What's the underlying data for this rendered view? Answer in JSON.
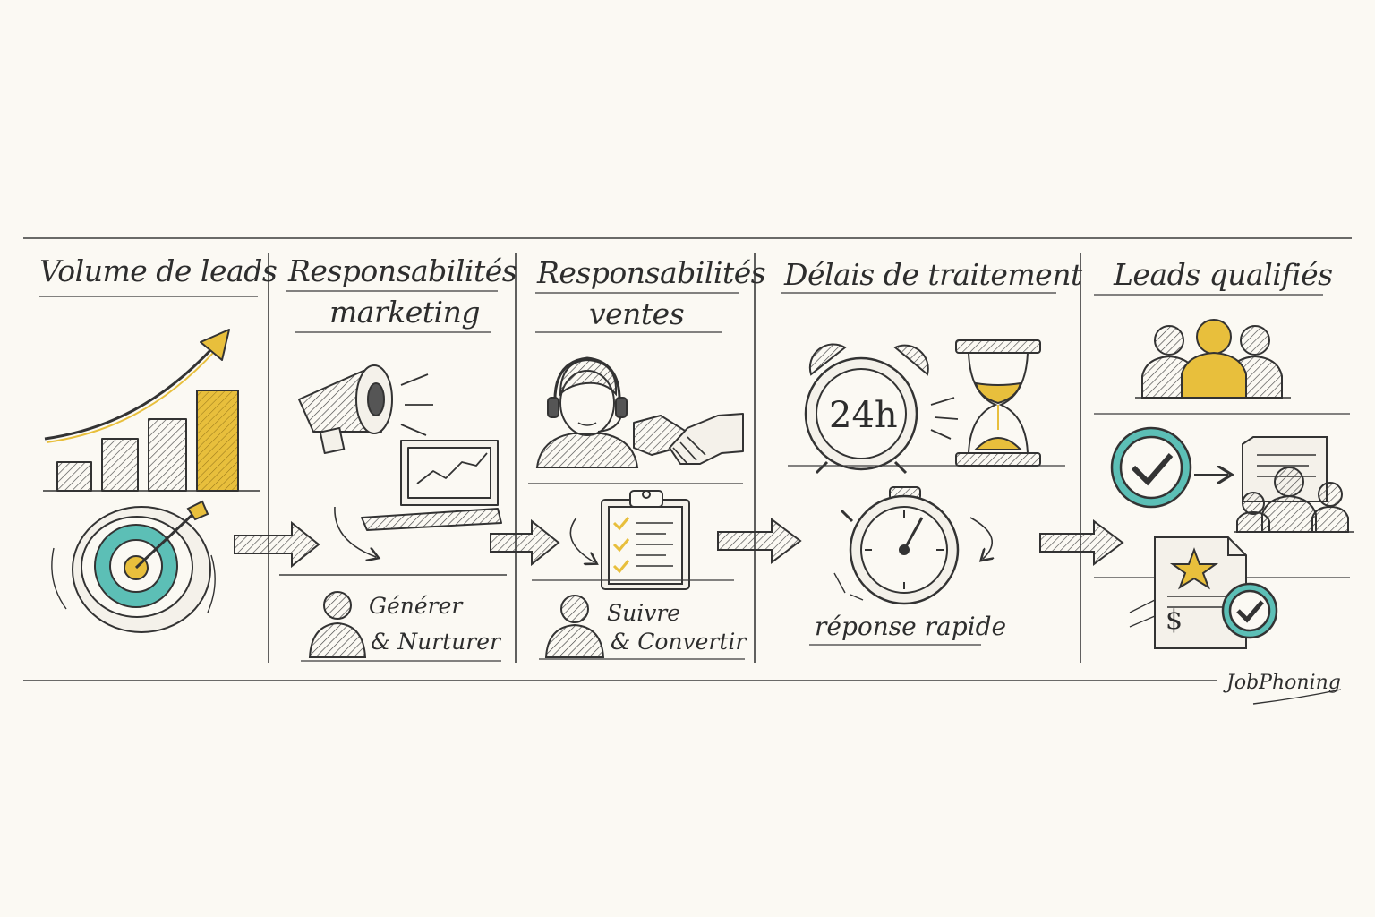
{
  "columns": [
    {
      "title": "Volume de leads"
    },
    {
      "title": "Responsabilités",
      "title2": "marketing",
      "caption1": "Générer",
      "caption2": "& Nurturer"
    },
    {
      "title": "Responsabilités",
      "title2": "ventes",
      "caption1": "Suivre",
      "caption2": "& Convertir"
    },
    {
      "title": "Délais de traitement",
      "clock_text": "24h",
      "caption": "réponse rapide"
    },
    {
      "title": "Leads qualifiés",
      "currency_symbol": "$"
    }
  ],
  "brand": "JobPhoning",
  "colors": {
    "ink": "#2f2f2f",
    "yellow": "#e8bf3c",
    "teal": "#5cbfb6",
    "paper": "#fbf9f3"
  }
}
